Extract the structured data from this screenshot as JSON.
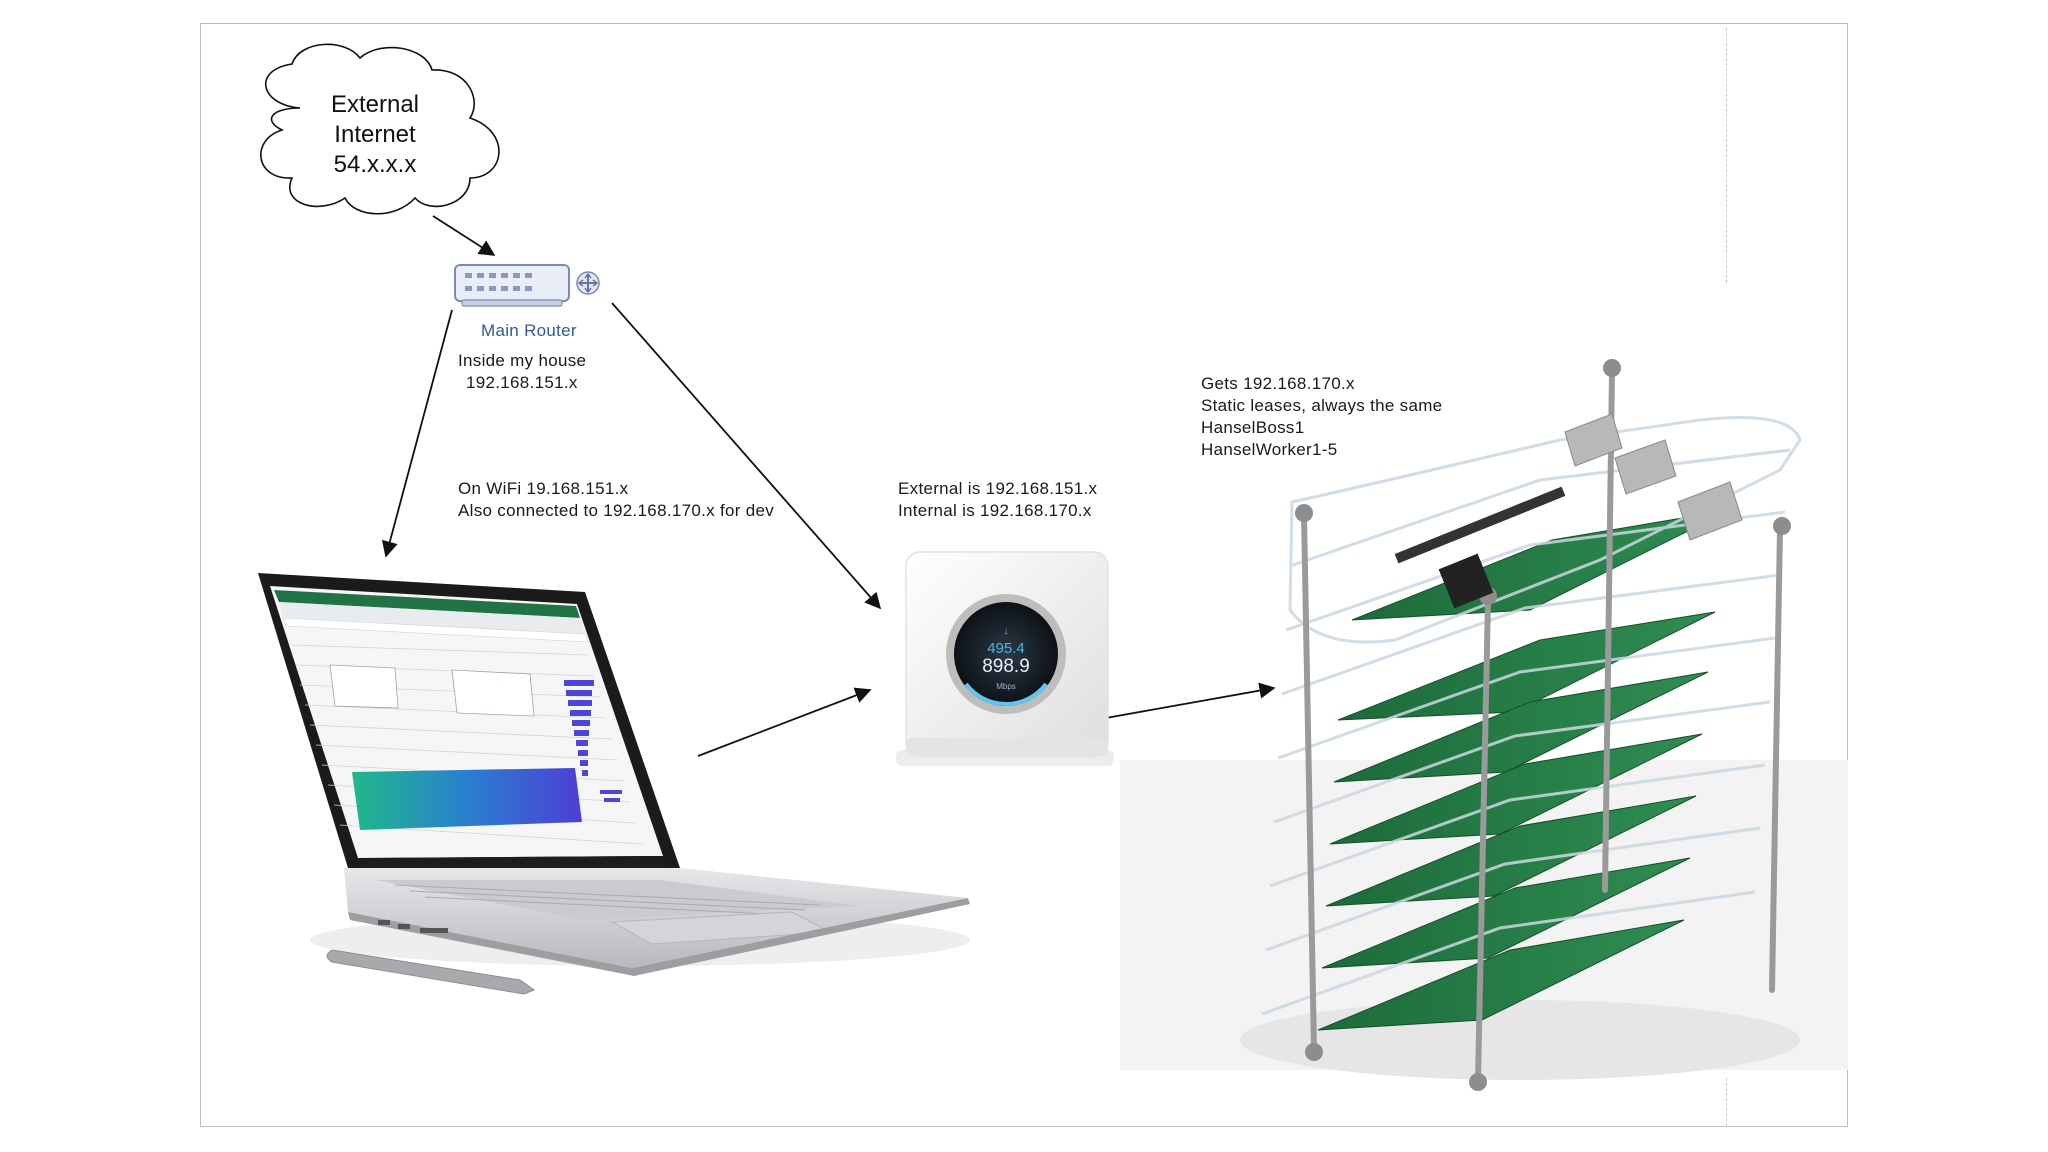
{
  "cloud": {
    "lines": [
      "External",
      "Internet",
      "54.x.x.x"
    ]
  },
  "router": {
    "title": "Main Router",
    "desc": [
      "Inside my house",
      "192.168.151.x"
    ]
  },
  "laptop": {
    "desc": [
      "On WiFi 19.168.151.x",
      "Also connected to 192.168.170.x for dev"
    ]
  },
  "wifi_router": {
    "desc": [
      "External is 192.168.151.x",
      "Internal is 192.168.170.x"
    ],
    "display_top": "495.4",
    "display_main": "898.9"
  },
  "cluster": {
    "desc": [
      "Gets 192.168.170.x",
      "Static leases, always the same",
      "HanselBoss1",
      "HanselWorker1-5"
    ]
  }
}
